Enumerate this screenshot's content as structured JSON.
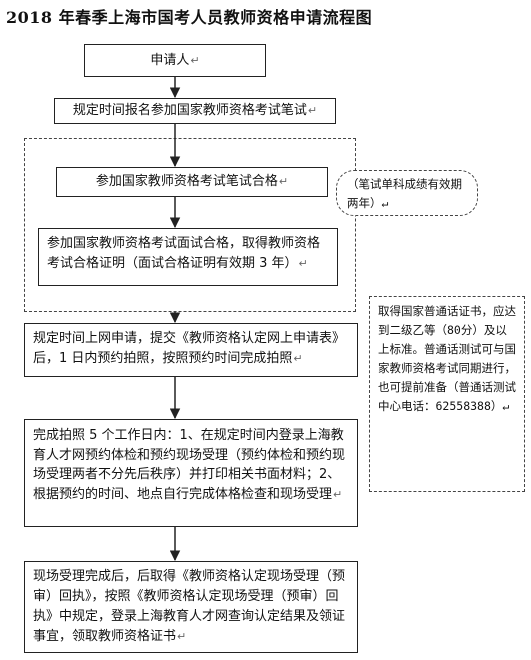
{
  "title": "2018 年春季上海市国考人员教师资格申请流程图",
  "paragraph_mark": "↵",
  "steps": {
    "s1": "申请人",
    "s2": "规定时间报名参加国家教师资格考试笔试",
    "s3": "参加国家教师资格考试笔试合格",
    "s4": "参加国家教师资格考试面试合格，取得教师资格考试合格证明（面试合格证明有效期 3 年）",
    "s5": "规定时间上网申请，提交《教师资格认定网上申请表》后，1 日内预约拍照，按照预约时间完成拍照",
    "s6": "完成拍照 5 个工作日内：1、在规定时间内登录上海教育人才网预约体检和预约现场受理（预约体检和预约现场受理两者不分先后秩序）并打印相关书面材料；2、根据预约的时间、地点自行完成体格检查和现场受理",
    "s7": "现场受理完成后，后取得《教师资格认定现场受理（预审）回执》，按照《教师资格认定现场受理（预审）回执》中规定，登录上海教育人才网查询认定结果及领证事宜，领取教师资格证书"
  },
  "notes": {
    "n1": "（笔试单科成绩有效期两年）",
    "n2": "取得国家普通话证书，应达到二级乙等（80分）及以上标准。普通话测试可与国家教师资格考试同期进行，也可提前准备（普通话测试中心电话：62558388）"
  }
}
